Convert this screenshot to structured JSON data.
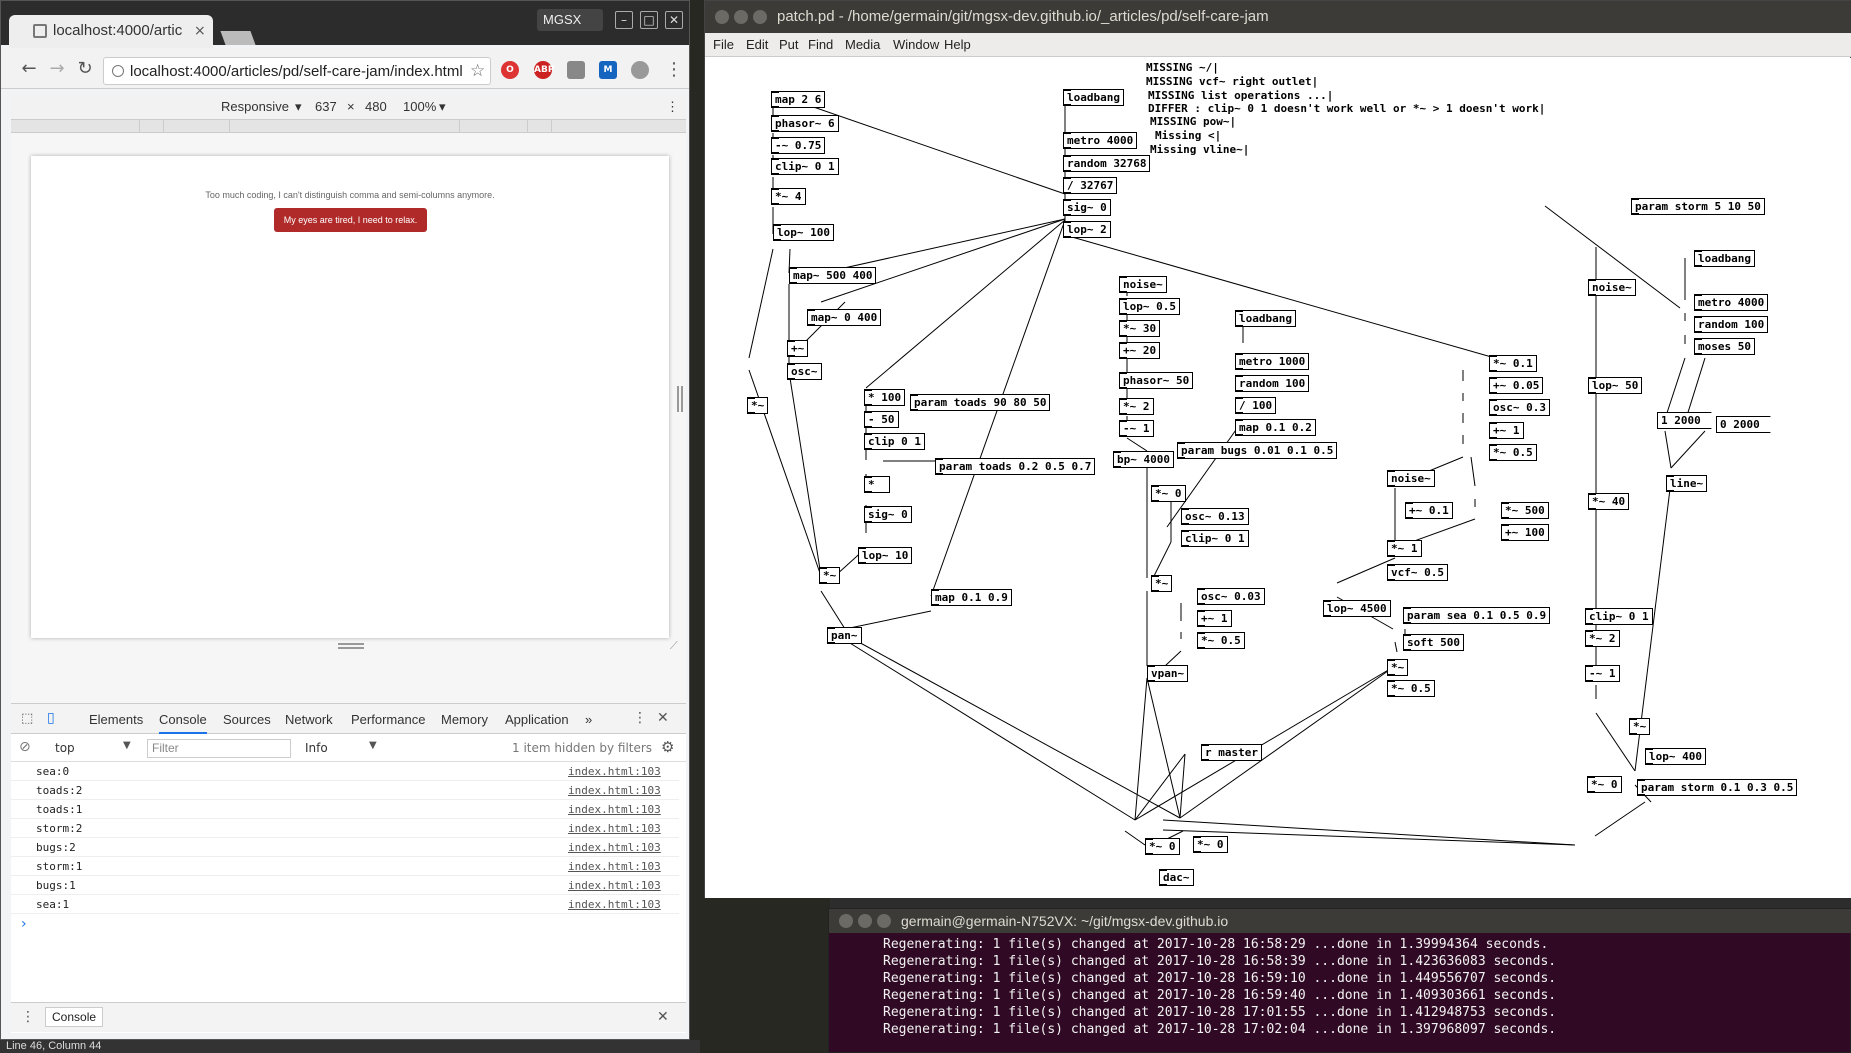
{
  "chrome": {
    "tab_title": "localhost:4000/artic",
    "tab_close": "×",
    "badge": "MGSX",
    "url": "localhost:4000/articles/pd/self-care-jam/index.html",
    "device": {
      "mode": "Responsive",
      "width": "637",
      "times": "×",
      "height": "480",
      "zoom": "100%"
    },
    "page": {
      "message": "Too much coding, I can't distinguish comma and semi-columns anymore.",
      "button_label": "My eyes are tired, I need to relax."
    },
    "devtools": {
      "tabs": [
        "Elements",
        "Console",
        "Sources",
        "Network",
        "Performance",
        "Memory",
        "Application",
        "»"
      ],
      "context": "top",
      "filter_placeholder": "Filter",
      "level": "Info",
      "hidden_note": "1 item hidden by filters",
      "logs": [
        {
          "msg": "sea:0",
          "src": "index.html:103"
        },
        {
          "msg": "toads:2",
          "src": "index.html:103"
        },
        {
          "msg": "toads:1",
          "src": "index.html:103"
        },
        {
          "msg": "storm:2",
          "src": "index.html:103"
        },
        {
          "msg": "bugs:2",
          "src": "index.html:103"
        },
        {
          "msg": "storm:1",
          "src": "index.html:103"
        },
        {
          "msg": "bugs:1",
          "src": "index.html:103"
        },
        {
          "msg": "sea:1",
          "src": "index.html:103"
        }
      ],
      "prompt": "›",
      "drawer_tab": "Console"
    }
  },
  "status_line": "Line 46, Column 44",
  "pd": {
    "title": "patch.pd  - /home/germain/git/mgsx-dev.github.io/_articles/pd/self-care-jam",
    "menu": [
      "File",
      "Edit",
      "Put",
      "Find",
      "Media",
      "Window",
      "Help"
    ],
    "comments": [
      "MISSING ~/|",
      "MISSING vcf~ right outlet|",
      "MISSING list operations ...|",
      "DIFFER : clip~ 0 1 doesn't work well or *~ > 1 doesn't work|",
      "MISSING pow~|",
      "Missing <|",
      "Missing vline~|"
    ],
    "objects": {
      "o1": "map 2 6",
      "o2": "phasor~ 6",
      "o3": "-~ 0.75",
      "o4": "clip~ 0 1",
      "o5": "*~ 4",
      "o6": "lop~ 100",
      "o7": "map~ 500 400",
      "o8": "map~ 0 400",
      "o9": "+~",
      "o10": "osc~",
      "o11": "*~",
      "o12": "*~",
      "o13": "pan~",
      "o14": "loadbang",
      "o15": "metro 4000",
      "o16": "random 32768",
      "o17": "/ 32767",
      "o18": "sig~ 0",
      "o19": "lop~ 2",
      "o20": "* 100",
      "o21": "param toads 90 80 50",
      "o22": "- 50",
      "o23": "clip 0 1",
      "o24": "param toads 0.2 0.5 0.7",
      "o25": "*",
      "o26": "sig~ 0",
      "o27": "lop~ 10",
      "o28": "map 0.1 0.9",
      "o29": "noise~",
      "o30": "lop~ 0.5",
      "o31": "*~ 30",
      "o32": "+~ 20",
      "o33": "phasor~ 50",
      "o34": "*~ 2",
      "o35": "-~ 1",
      "o36": "bp~ 4000",
      "o37": "*~ 0",
      "o38": "*~",
      "o39": "vpan~",
      "o40": "loadbang",
      "o41": "metro 1000",
      "o42": "random 100",
      "o43": "/ 100",
      "o44": "map 0.1 0.2",
      "o45": "param bugs 0.01 0.1 0.5",
      "o46": "osc~ 0.13",
      "o47": "clip~ 0 1",
      "o48": "osc~ 0.03",
      "o49": "+~ 1",
      "o50": "*~ 0.5",
      "o51": "r master",
      "o52": "*~ 0",
      "o53": "*~ 0",
      "o54": "dac~",
      "o55": "*~ 0.1",
      "o56": "+~ 0.05",
      "o57": "osc~ 0.3",
      "o58": "+~ 1",
      "o59": "*~ 0.5",
      "o60": "noise~",
      "o61": "+~ 0.1",
      "o62": "*~ 500",
      "o63": "+~ 100",
      "o64": "*~ 1",
      "o65": "vcf~ 0.5",
      "o66": "lop~ 4500",
      "o67": "param sea 0.1 0.5 0.9",
      "o68": "soft 500",
      "o69": "*~",
      "o70": "*~ 0.5",
      "o71": "param storm 5 10 50",
      "o72": "loadbang",
      "o73": "noise~",
      "o74": "metro 4000",
      "o75": "random 100",
      "o76": "moses 50",
      "o77": "lop~ 50",
      "o78": "1 2000",
      "o79": "0 2000",
      "o80": "line~",
      "o81": "*~ 40",
      "o82": "clip~ 0 1",
      "o83": "*~ 2",
      "o84": "-~ 1",
      "o85": "*~",
      "o86": "lop~ 400",
      "o87": "*~ 0",
      "o88": "param storm 0.1 0.3 0.5"
    }
  },
  "terminal": {
    "title": "germain@germain-N752VX: ~/git/mgsx-dev.github.io",
    "lines": [
      "Regenerating: 1 file(s) changed at 2017-10-28 16:58:29 ...done in 1.39994364 seconds.",
      "Regenerating: 1 file(s) changed at 2017-10-28 16:58:39 ...done in 1.423636083 seconds.",
      "Regenerating: 1 file(s) changed at 2017-10-28 16:59:10 ...done in 1.449556707 seconds.",
      "Regenerating: 1 file(s) changed at 2017-10-28 16:59:40 ...done in 1.409303661 seconds.",
      "Regenerating: 1 file(s) changed at 2017-10-28 17:01:55 ...done in 1.412948753 seconds.",
      "Regenerating: 1 file(s) changed at 2017-10-28 17:02:04 ...done in 1.397968097 seconds."
    ]
  }
}
